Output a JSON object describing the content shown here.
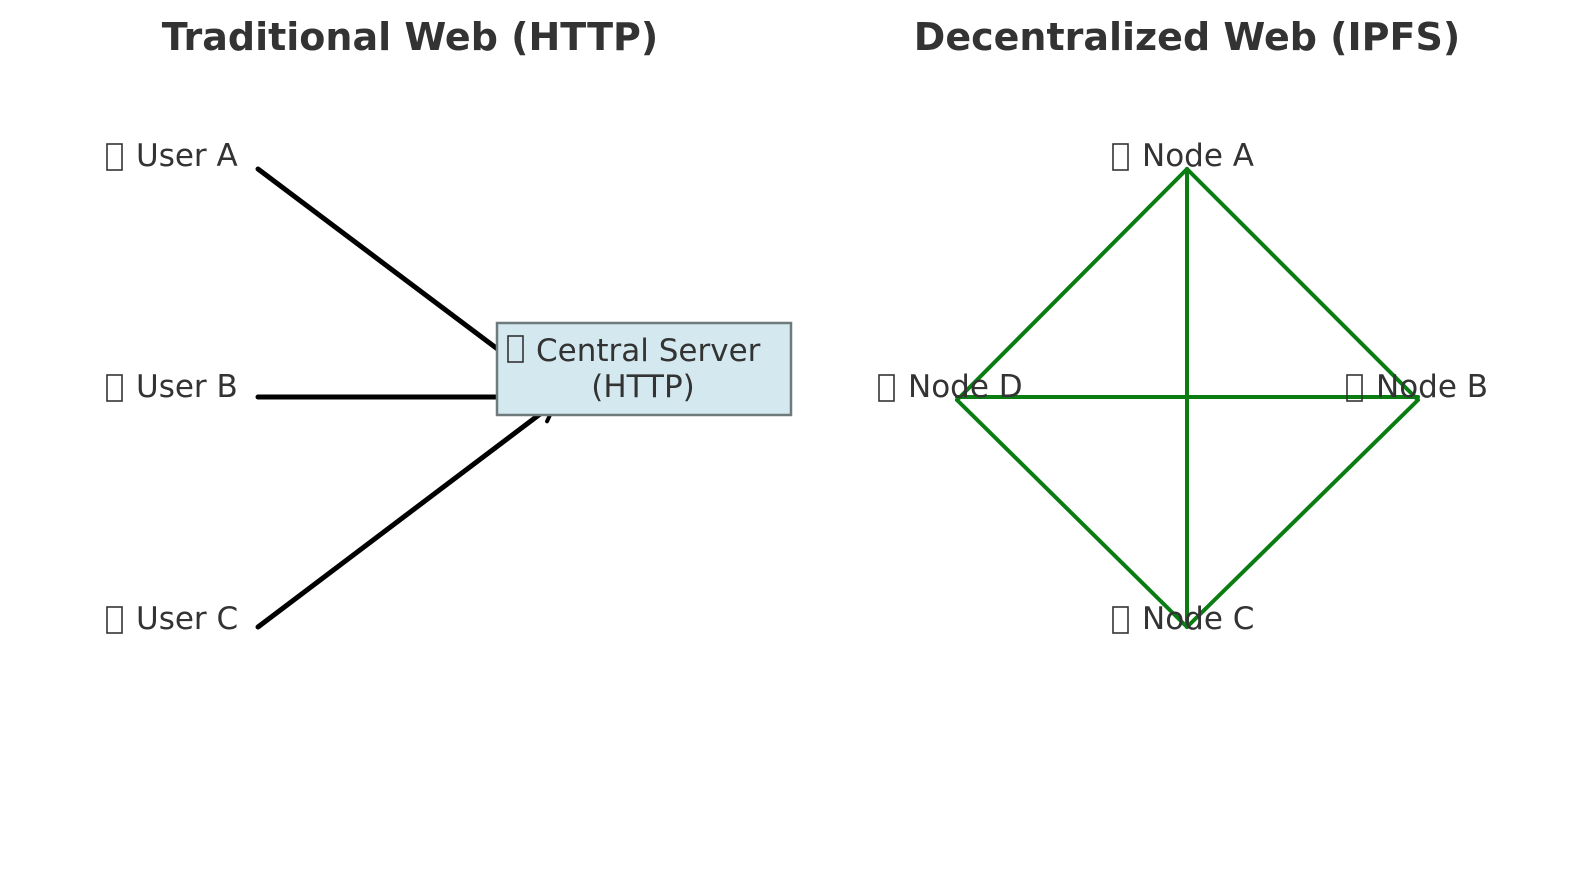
{
  "panels": {
    "traditional": {
      "title": "Traditional Web (HTTP)",
      "users": [
        {
          "id": "user-a",
          "label": "User A"
        },
        {
          "id": "user-b",
          "label": "User B"
        },
        {
          "id": "user-c",
          "label": "User C"
        }
      ],
      "server": {
        "line1": "Central Server",
        "line2": "(HTTP)"
      },
      "edge_color": "#000000",
      "server_fill": "#d4e9ef",
      "server_border": "#6f7a7d"
    },
    "decentralized": {
      "title": "Decentralized Web (IPFS)",
      "nodes": [
        {
          "id": "node-a",
          "label": "Node A"
        },
        {
          "id": "node-b",
          "label": "Node B"
        },
        {
          "id": "node-c",
          "label": "Node C"
        },
        {
          "id": "node-d",
          "label": "Node D"
        }
      ],
      "edges": [
        [
          "node-a",
          "node-b"
        ],
        [
          "node-a",
          "node-c"
        ],
        [
          "node-a",
          "node-d"
        ],
        [
          "node-b",
          "node-c"
        ],
        [
          "node-b",
          "node-d"
        ],
        [
          "node-c",
          "node-d"
        ]
      ],
      "edge_color": "#0a7d12"
    }
  },
  "icon_names": {
    "user": "user-icon",
    "server": "server-icon",
    "node": "node-icon"
  }
}
